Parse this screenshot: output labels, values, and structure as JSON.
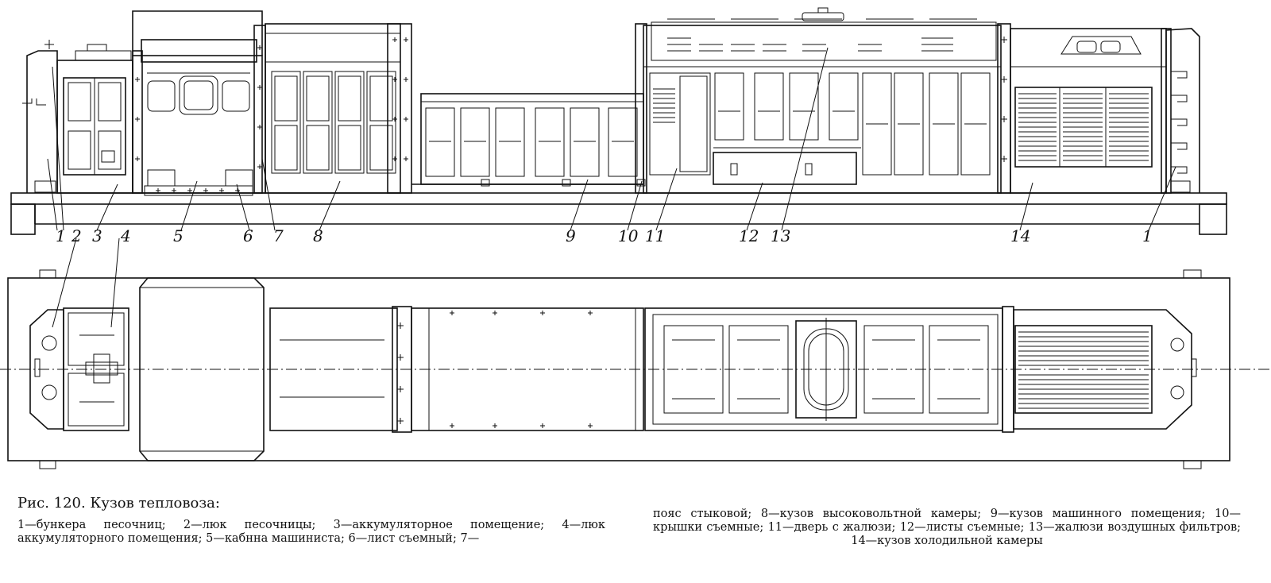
{
  "figure": {
    "title": "Рис. 120. Кузов тепловоза:",
    "legend_left": "1—бункера песочниц; 2—люк песочницы; 3—аккумуляторное помещение; 4—люк аккумуляторного помещения; 5—кабнна машиниста; 6—лист съемный; 7—",
    "legend_right": "пояс стыковой; 8—кузов высоковольтной камеры; 9—кузов машинного помещения; 10—крышки съемные; 11—дверь с жалюзи; 12—листы съемные; 13—жалюзи воздушных фильтров; 14—кузов холодильной камеры"
  },
  "callouts": {
    "c1a": "1",
    "c2": "2",
    "c3": "3",
    "c4": "4",
    "c5": "5",
    "c6": "6",
    "c7": "7",
    "c8": "8",
    "c9": "9",
    "c10": "10",
    "c11": "11",
    "c12": "12",
    "c13": "13",
    "c14": "14",
    "c1b": "1"
  }
}
